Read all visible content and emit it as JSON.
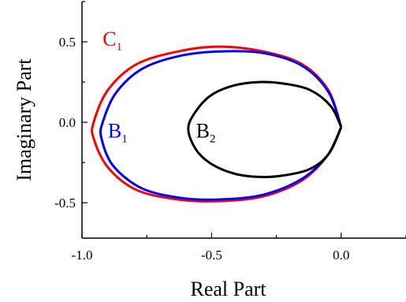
{
  "chart_data": {
    "type": "line",
    "xlabel": "Real Part",
    "ylabel": "Imaginary Part",
    "xlim": [
      -1.0,
      0.25
    ],
    "ylim": [
      -0.72,
      0.75
    ],
    "xticks": [
      -1.0,
      -0.5,
      0.0
    ],
    "xtick_labels": [
      "-1.0",
      "-0.5",
      "0.0"
    ],
    "yticks": [
      -0.5,
      0.0,
      0.5
    ],
    "ytick_labels": [
      "-0.5",
      "0.0",
      "0.5"
    ],
    "grid": false,
    "series": [
      {
        "name": "C",
        "subscript": "1",
        "color": "#ff0000",
        "x": [
          0.0,
          -0.05,
          -0.15,
          -0.3,
          -0.47,
          -0.63,
          -0.79,
          -0.9,
          -0.955,
          -0.955,
          -0.9,
          -0.79,
          -0.63,
          -0.47,
          -0.3,
          -0.15,
          -0.05,
          0.0
        ],
        "y": [
          -0.03,
          0.2,
          0.36,
          0.44,
          0.47,
          0.44,
          0.36,
          0.2,
          0.0,
          -0.1,
          -0.28,
          -0.42,
          -0.48,
          -0.49,
          -0.46,
          -0.36,
          -0.2,
          -0.03
        ]
      },
      {
        "name": "B",
        "subscript": "1",
        "color": "#0000ff",
        "x": [
          0.0,
          -0.05,
          -0.15,
          -0.3,
          -0.47,
          -0.63,
          -0.77,
          -0.87,
          -0.92,
          -0.925,
          -0.88,
          -0.77,
          -0.62,
          -0.47,
          -0.3,
          -0.15,
          -0.05,
          0.0
        ],
        "y": [
          -0.03,
          0.19,
          0.35,
          0.43,
          0.44,
          0.41,
          0.33,
          0.18,
          0.0,
          -0.1,
          -0.27,
          -0.41,
          -0.47,
          -0.48,
          -0.45,
          -0.35,
          -0.2,
          -0.03
        ]
      },
      {
        "name": "B",
        "subscript": "2",
        "color": "#000000",
        "x": [
          0.0,
          -0.04,
          -0.12,
          -0.22,
          -0.31,
          -0.41,
          -0.5,
          -0.56,
          -0.59,
          -0.56,
          -0.5,
          -0.41,
          -0.31,
          -0.22,
          -0.12,
          -0.05,
          0.0
        ],
        "y": [
          -0.03,
          0.1,
          0.2,
          0.24,
          0.25,
          0.23,
          0.17,
          0.07,
          -0.04,
          -0.17,
          -0.26,
          -0.32,
          -0.34,
          -0.33,
          -0.29,
          -0.2,
          -0.03
        ]
      }
    ],
    "labels": [
      {
        "text": "C",
        "sub": "1",
        "x": -0.92,
        "y": 0.52,
        "color": "#ff0000"
      },
      {
        "text": "B",
        "sub": "1",
        "x": -0.9,
        "y": -0.05,
        "color": "#0000ff"
      },
      {
        "text": "B",
        "sub": "2",
        "x": -0.56,
        "y": -0.05,
        "color": "#000000"
      }
    ]
  }
}
